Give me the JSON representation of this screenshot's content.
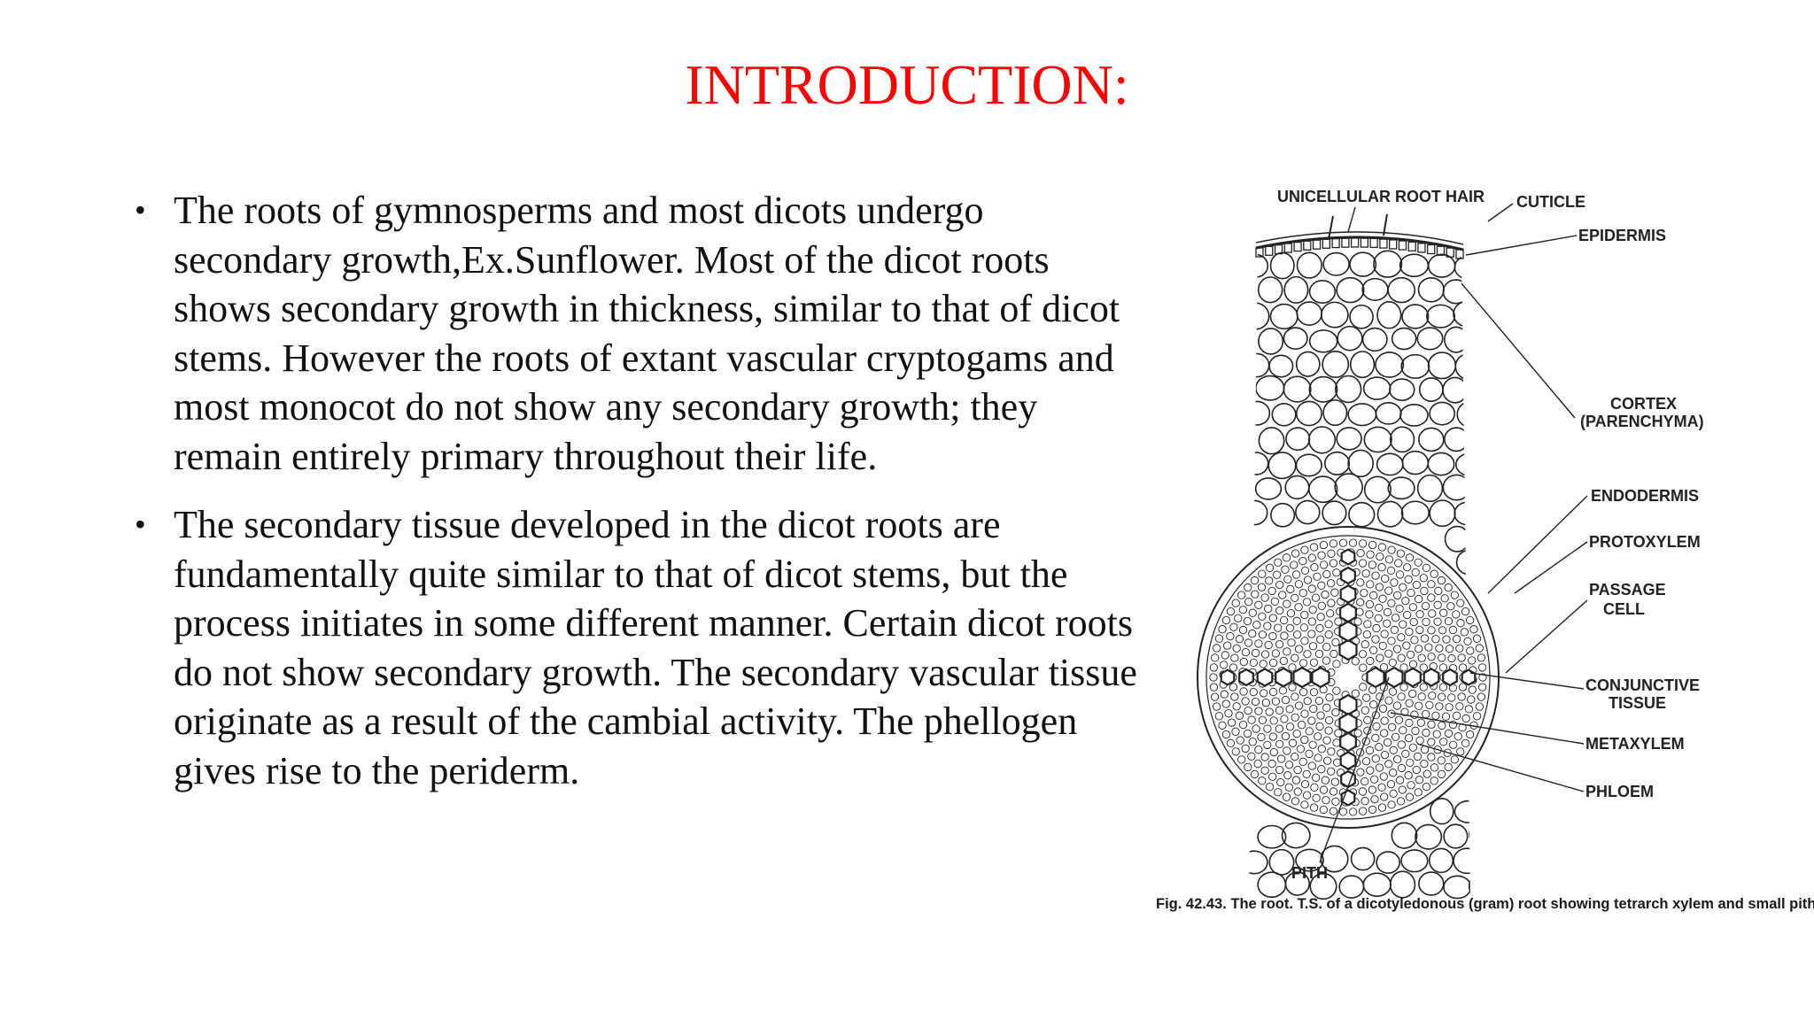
{
  "slide": {
    "title": "INTRODUCTION:"
  },
  "bullets": [
    "The roots of gymnosperms and most dicots undergo secondary growth,Ex.Sunflower. Most of the dicot roots shows secondary growth in thickness, similar to that of dicot stems. However the roots of extant vascular cryptogams and most monocot do not show any secondary growth; they remain entirely primary throughout their life.",
    "The secondary tissue developed in the dicot roots are fundamentally quite similar to that of dicot stems, but the process initiates in some different manner. Certain dicot roots do not show secondary growth. The secondary vascular tissue originate as a result of the cambial activity. The phellogen gives rise to the periderm."
  ],
  "bullet_symbol": "•",
  "figure": {
    "labels": {
      "root_hair": "UNICELLULAR ROOT HAIR",
      "cuticle": "CUTICLE",
      "epidermis": "EPIDERMIS",
      "cortex": "CORTEX",
      "parenchyma": "(PARENCHYMA)",
      "endodermis": "ENDODERMIS",
      "protoxylem": "PROTOXYLEM",
      "passage": "PASSAGE",
      "cell": "CELL",
      "conjunctive": "CONJUNCTIVE",
      "tissue": "TISSUE",
      "metaxylem": "METAXYLEM",
      "phloem": "PHLOEM",
      "pith": "PITH"
    },
    "caption_number": "Fig. 42.43.",
    "caption_text": "The root. T.S. of a dicotyledonous (gram) root showing tetrarch xylem and small pith."
  },
  "colors": {
    "title": "#ff0000",
    "body_text": "#111111",
    "drawing": "#222222"
  }
}
